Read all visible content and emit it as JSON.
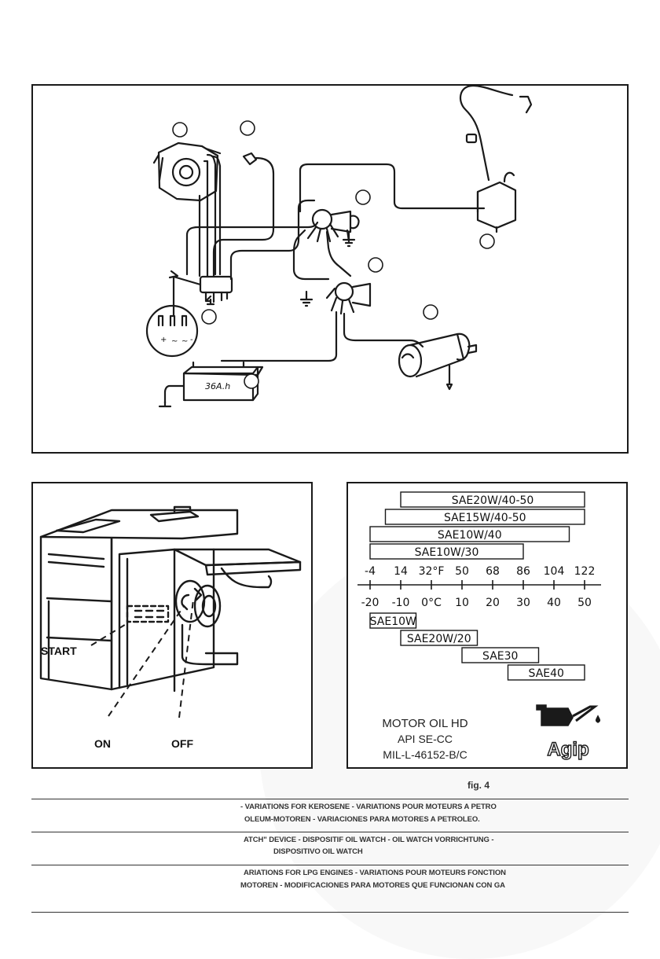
{
  "wiring": {
    "battery_label": "36A.h",
    "terminal_signs": [
      "+",
      "~",
      "~",
      "-"
    ]
  },
  "control_panel": {
    "start_label": "START",
    "on_label": "ON",
    "off_label": "OFF"
  },
  "oil_chart": {
    "fahrenheit_ticks": [
      "-4",
      "14",
      "32°F",
      "50",
      "68",
      "86",
      "104",
      "122"
    ],
    "celsius_ticks": [
      "-20",
      "-10",
      "0°C",
      "10",
      "20",
      "30",
      "40",
      "50"
    ],
    "upper_grades": [
      {
        "name": "SAE20W/40-50",
        "from": -10,
        "to": 50
      },
      {
        "name": "SAE15W/40-50",
        "from": -15,
        "to": 50
      },
      {
        "name": "SAE10W/40",
        "from": -20,
        "to": 45
      },
      {
        "name": "SAE10W/30",
        "from": -20,
        "to": 30
      }
    ],
    "lower_grades": [
      {
        "name": "SAE10W",
        "from": -20,
        "to": -5
      },
      {
        "name": "SAE20W/20",
        "from": -10,
        "to": 15
      },
      {
        "name": "SAE30",
        "from": 10,
        "to": 35
      },
      {
        "name": "SAE40",
        "from": 25,
        "to": 50
      }
    ],
    "product_line1": "MOTOR OIL HD",
    "product_line2": "API SE-CC",
    "product_line3": "MIL-L-46152-B/C",
    "brand": "Agip"
  },
  "figure_caption": "fig. 4",
  "sections": [
    {
      "line1": "- VARIATIONS FOR KEROSENE - VARIATIONS POUR MOTEURS A PETRO",
      "line2": "OLEUM-MOTOREN - VARIACIONES PARA MOTORES A PETROLEO."
    },
    {
      "line1": "ATCH\" DEVICE - DISPOSITIF OIL WATCH - OIL WATCH VORRICHTUNG -",
      "line2": "DISPOSITIVO OIL WATCH"
    },
    {
      "line1": "ARIATIONS FOR LPG ENGINES - VARIATIONS POUR MOTEURS FONCTION",
      "line2": "MOTOREN - MODIFICACIONES PARA MOTORES QUE FUNCIONAN CON GA"
    }
  ]
}
